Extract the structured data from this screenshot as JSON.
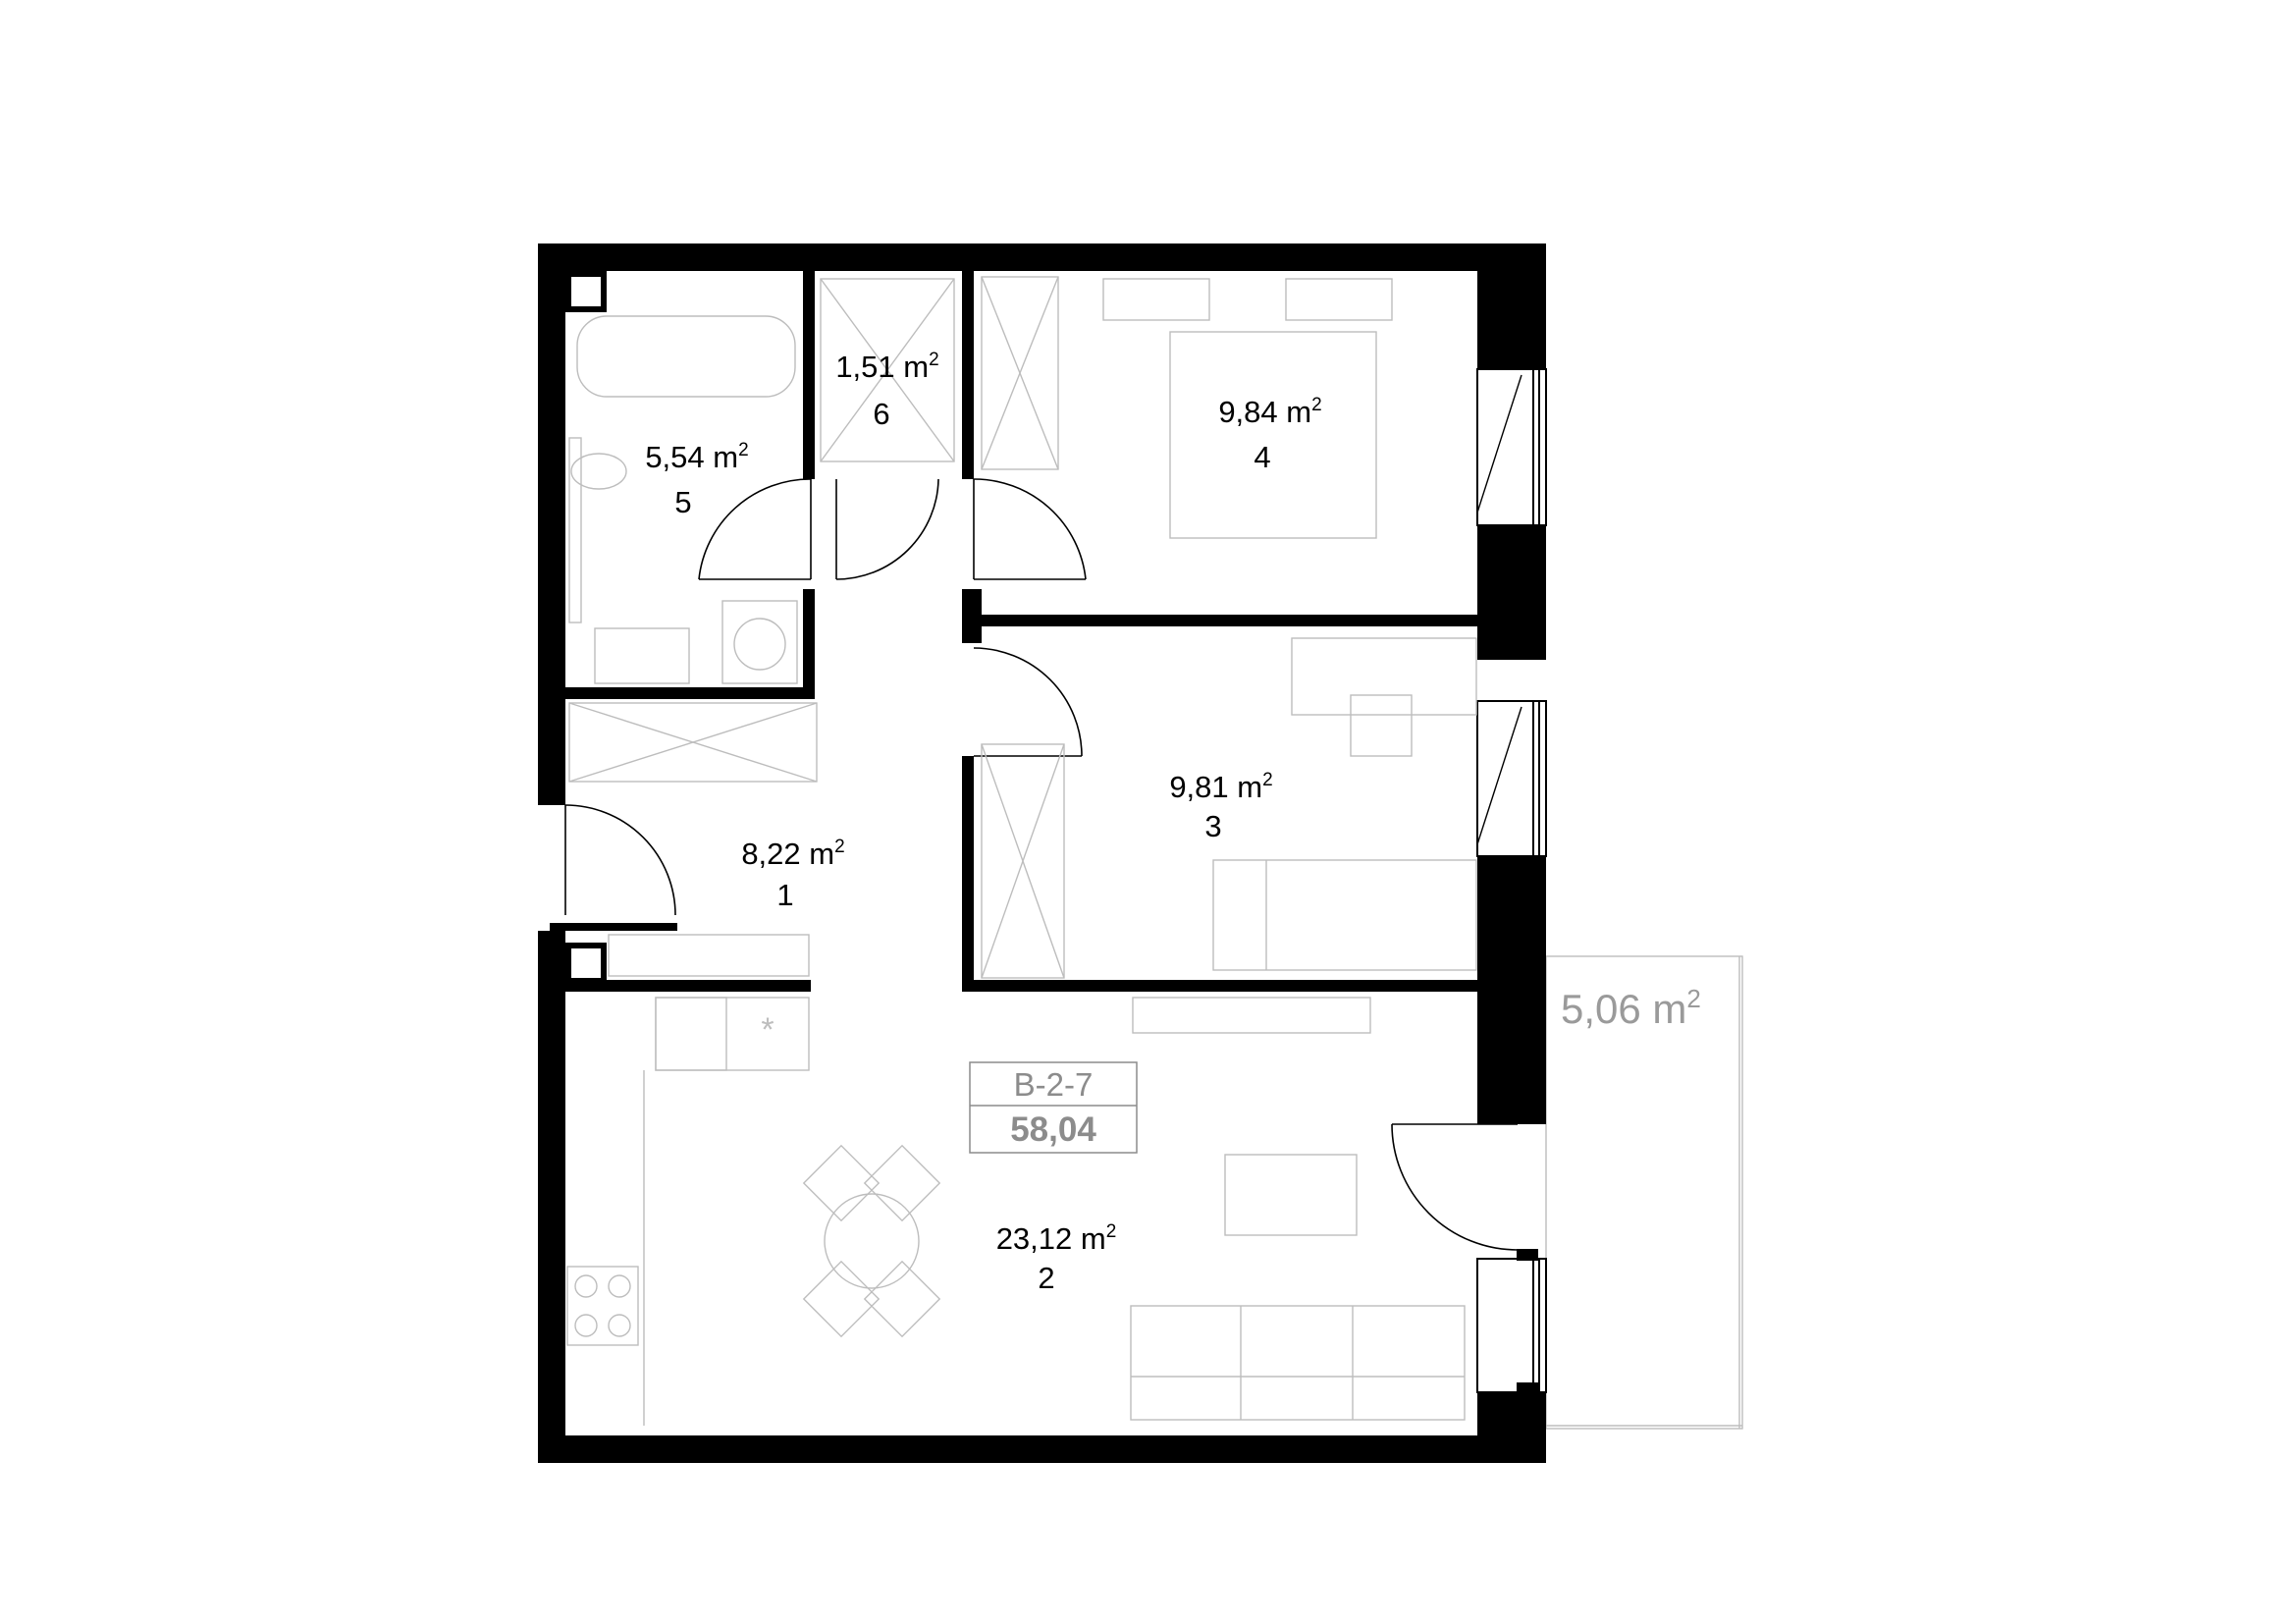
{
  "rooms": [
    {
      "id": "1",
      "area": "8,22",
      "unit": "m",
      "sup": "2"
    },
    {
      "id": "2",
      "area": "23,12",
      "unit": "m",
      "sup": "2"
    },
    {
      "id": "3",
      "area": "9,81",
      "unit": "m",
      "sup": "2"
    },
    {
      "id": "4",
      "area": "9,84",
      "unit": "m",
      "sup": "2"
    },
    {
      "id": "5",
      "area": "5,54",
      "unit": "m",
      "sup": "2"
    },
    {
      "id": "6",
      "area": "1,51",
      "unit": "m",
      "sup": "2"
    }
  ],
  "balcony": {
    "area": "5,06 m",
    "sup": "2"
  },
  "apartment": {
    "code": "B-2-7",
    "total_area": "58,04"
  },
  "colors": {
    "wall": "#000000",
    "furniture": "#bdbdbd",
    "label_gray": "#8c8c8c"
  }
}
